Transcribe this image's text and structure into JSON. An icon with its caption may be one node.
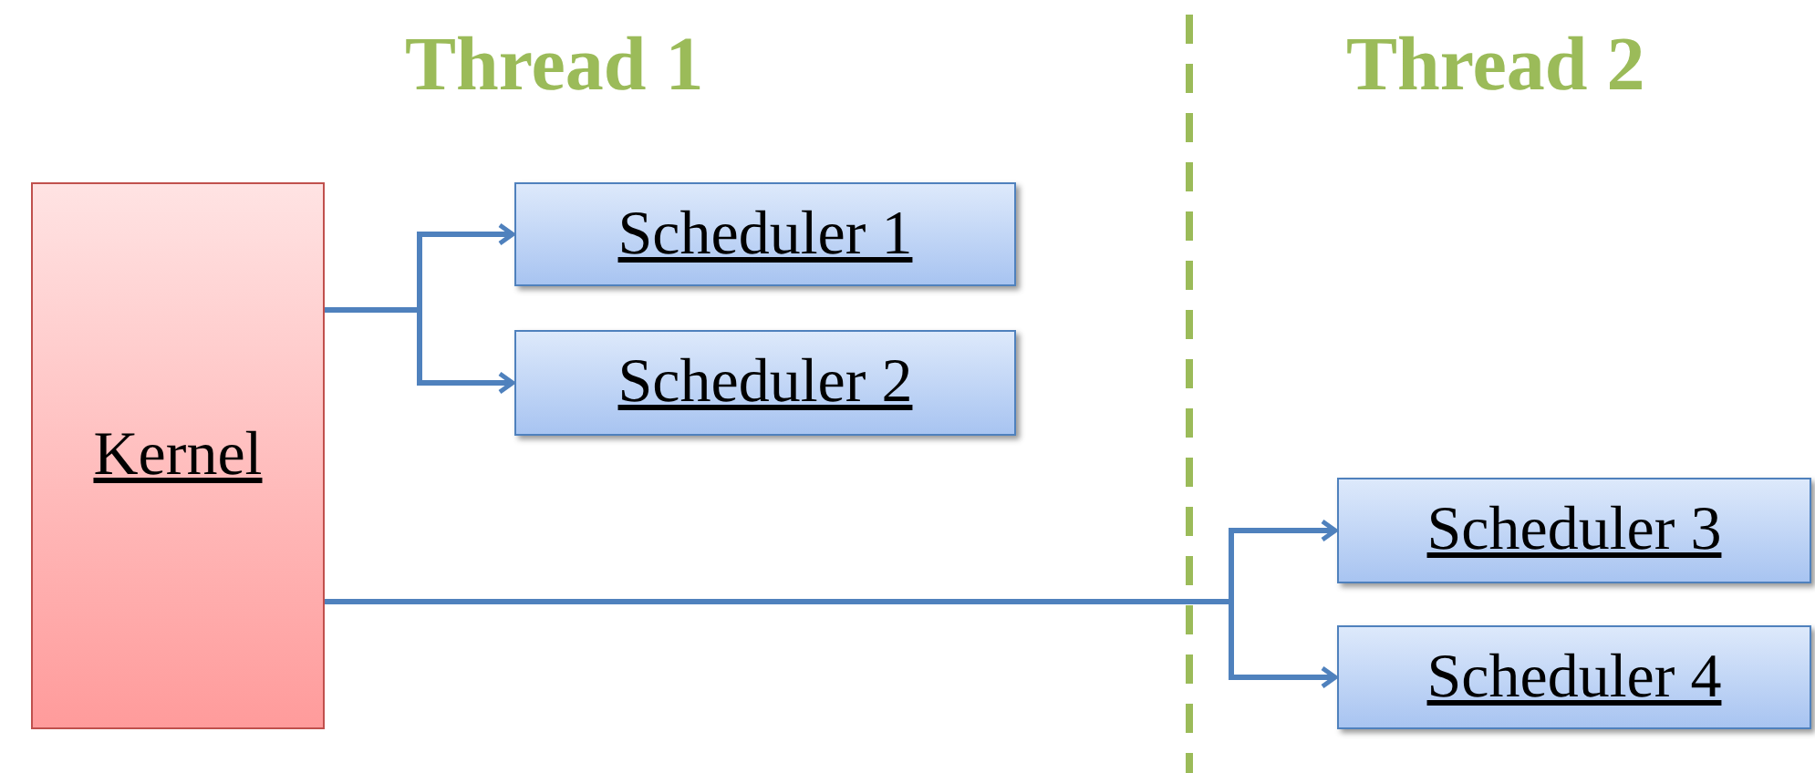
{
  "diagram": {
    "nodes": [
      {
        "text": [
          "Kernel"
        ]
      },
      {
        "text": [
          "Scheduler 1"
        ]
      },
      {
        "text": [
          "Scheduler 2"
        ]
      },
      {
        "text": [
          "Scheduler 3"
        ]
      },
      {
        "text": [
          "Scheduler 4"
        ]
      }
    ],
    "edges": [
      {
        "from": 0,
        "to": 1,
        "arrow": "to"
      },
      {
        "from": 0,
        "to": 2,
        "arrow": "to"
      },
      {
        "from": 0,
        "to": 3,
        "arrow": "to"
      },
      {
        "from": 0,
        "to": 4,
        "arrow": "to"
      }
    ],
    "labels": [
      "Thread 1",
      "Thread 2"
    ]
  }
}
